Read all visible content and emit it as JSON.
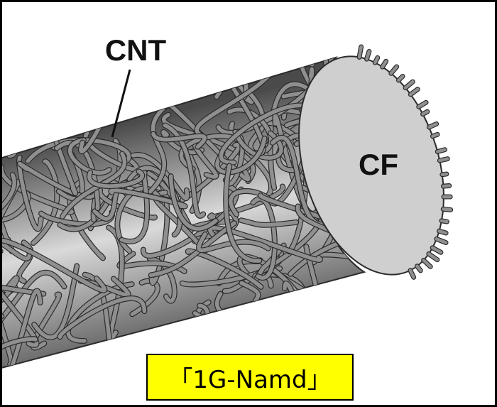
{
  "labels": {
    "cnt": "CNT",
    "cf": "CF"
  },
  "caption": {
    "text": "「1G-Namd」"
  },
  "colors": {
    "background": "#ffffff",
    "frame": "#000000",
    "fiber_dark": "#4a4a4a",
    "fiber_light": "#d9d9d9",
    "cross_section": "#cfcfcf",
    "nanotube_fill": "#8f8f8f",
    "nanotube_edge": "#2b2b2b",
    "caption_fill": "#ffff00",
    "text": "#111111"
  }
}
